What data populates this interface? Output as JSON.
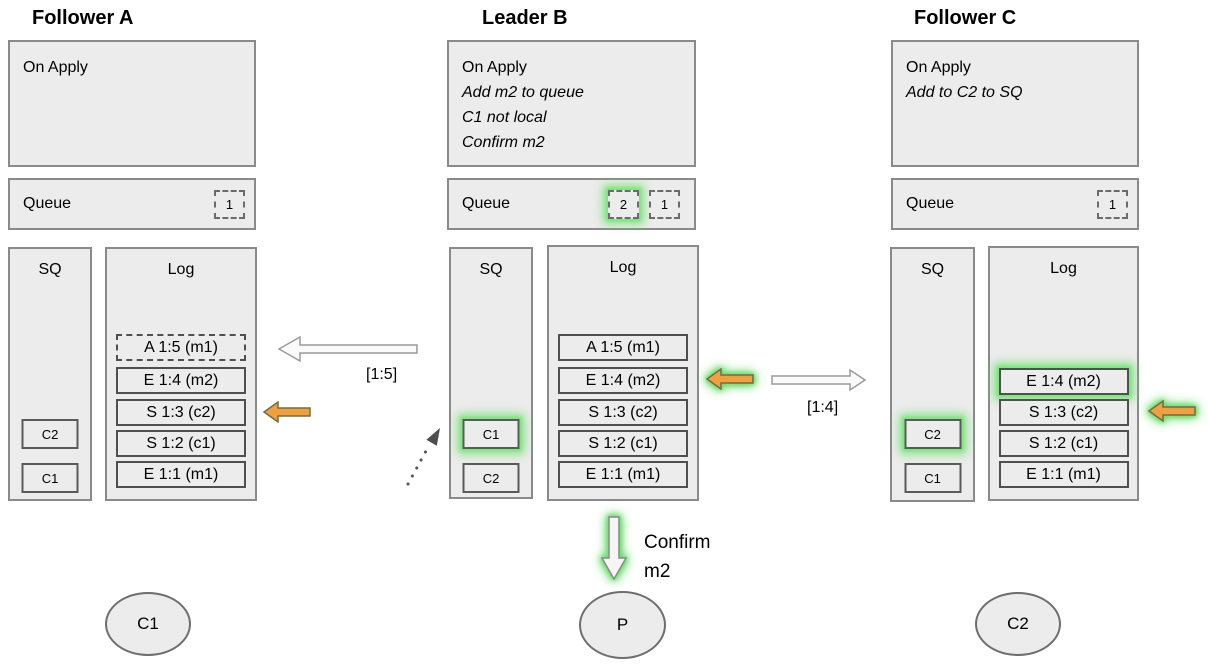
{
  "nodes": [
    {
      "title": "Follower A",
      "on_apply": {
        "label": "On Apply",
        "notes": []
      },
      "queue": {
        "label": "Queue",
        "items": [
          {
            "value": "1",
            "highlight": false
          }
        ]
      },
      "sq": {
        "label": "SQ",
        "items": [
          {
            "value": "C2",
            "highlight": false
          },
          {
            "value": "C1",
            "highlight": false
          }
        ]
      },
      "log": {
        "label": "Log",
        "entries": [
          {
            "text": "A 1:5 (m1)",
            "dashed": true,
            "highlight": false
          },
          {
            "text": "E 1:4 (m2)",
            "dashed": false,
            "highlight": false
          },
          {
            "text": "S 1:3 (c2)",
            "dashed": false,
            "highlight": false
          },
          {
            "text": "S 1:2 (c1)",
            "dashed": false,
            "highlight": false
          },
          {
            "text": "E 1:1 (m1)",
            "dashed": false,
            "highlight": false
          }
        ]
      },
      "client": "C1"
    },
    {
      "title": "Leader B",
      "on_apply": {
        "label": "On Apply",
        "notes": [
          "Add m2 to queue",
          "C1 not local",
          "Confirm m2"
        ]
      },
      "queue": {
        "label": "Queue",
        "items": [
          {
            "value": "2",
            "highlight": true
          },
          {
            "value": "1",
            "highlight": false
          }
        ]
      },
      "sq": {
        "label": "SQ",
        "items": [
          {
            "value": "C1",
            "highlight": true
          },
          {
            "value": "C2",
            "highlight": false
          }
        ]
      },
      "log": {
        "label": "Log",
        "entries": [
          {
            "text": "A 1:5 (m1)",
            "dashed": false,
            "highlight": false
          },
          {
            "text": "E 1:4 (m2)",
            "dashed": false,
            "highlight": false
          },
          {
            "text": "S 1:3 (c2)",
            "dashed": false,
            "highlight": false
          },
          {
            "text": "S 1:2 (c1)",
            "dashed": false,
            "highlight": false
          },
          {
            "text": "E 1:1 (m1)",
            "dashed": false,
            "highlight": false
          }
        ]
      },
      "client": "P"
    },
    {
      "title": "Follower C",
      "on_apply": {
        "label": "On Apply",
        "notes": [
          "Add to C2 to SQ"
        ]
      },
      "queue": {
        "label": "Queue",
        "items": [
          {
            "value": "1",
            "highlight": false
          }
        ]
      },
      "sq": {
        "label": "SQ",
        "items": [
          {
            "value": "C2",
            "highlight": true
          },
          {
            "value": "C1",
            "highlight": false
          }
        ]
      },
      "log": {
        "label": "Log",
        "entries": [
          {
            "text": "E 1:4 (m2)",
            "dashed": false,
            "highlight": true
          },
          {
            "text": "S 1:3 (c2)",
            "dashed": false,
            "highlight": false
          },
          {
            "text": "S 1:2 (c1)",
            "dashed": false,
            "highlight": false
          },
          {
            "text": "E 1:1 (m1)",
            "dashed": false,
            "highlight": false
          }
        ]
      },
      "client": "C2"
    }
  ],
  "labels": {
    "replicate_to_a": "[1:5]",
    "replicate_to_c": "[1:4]",
    "confirm": [
      "Confirm",
      "m2"
    ]
  },
  "colors": {
    "highlight_green": "#6ede6e",
    "arrow_orange": "#f2a03d",
    "box_fill": "#ececec",
    "box_border": "#8a8a8a"
  }
}
